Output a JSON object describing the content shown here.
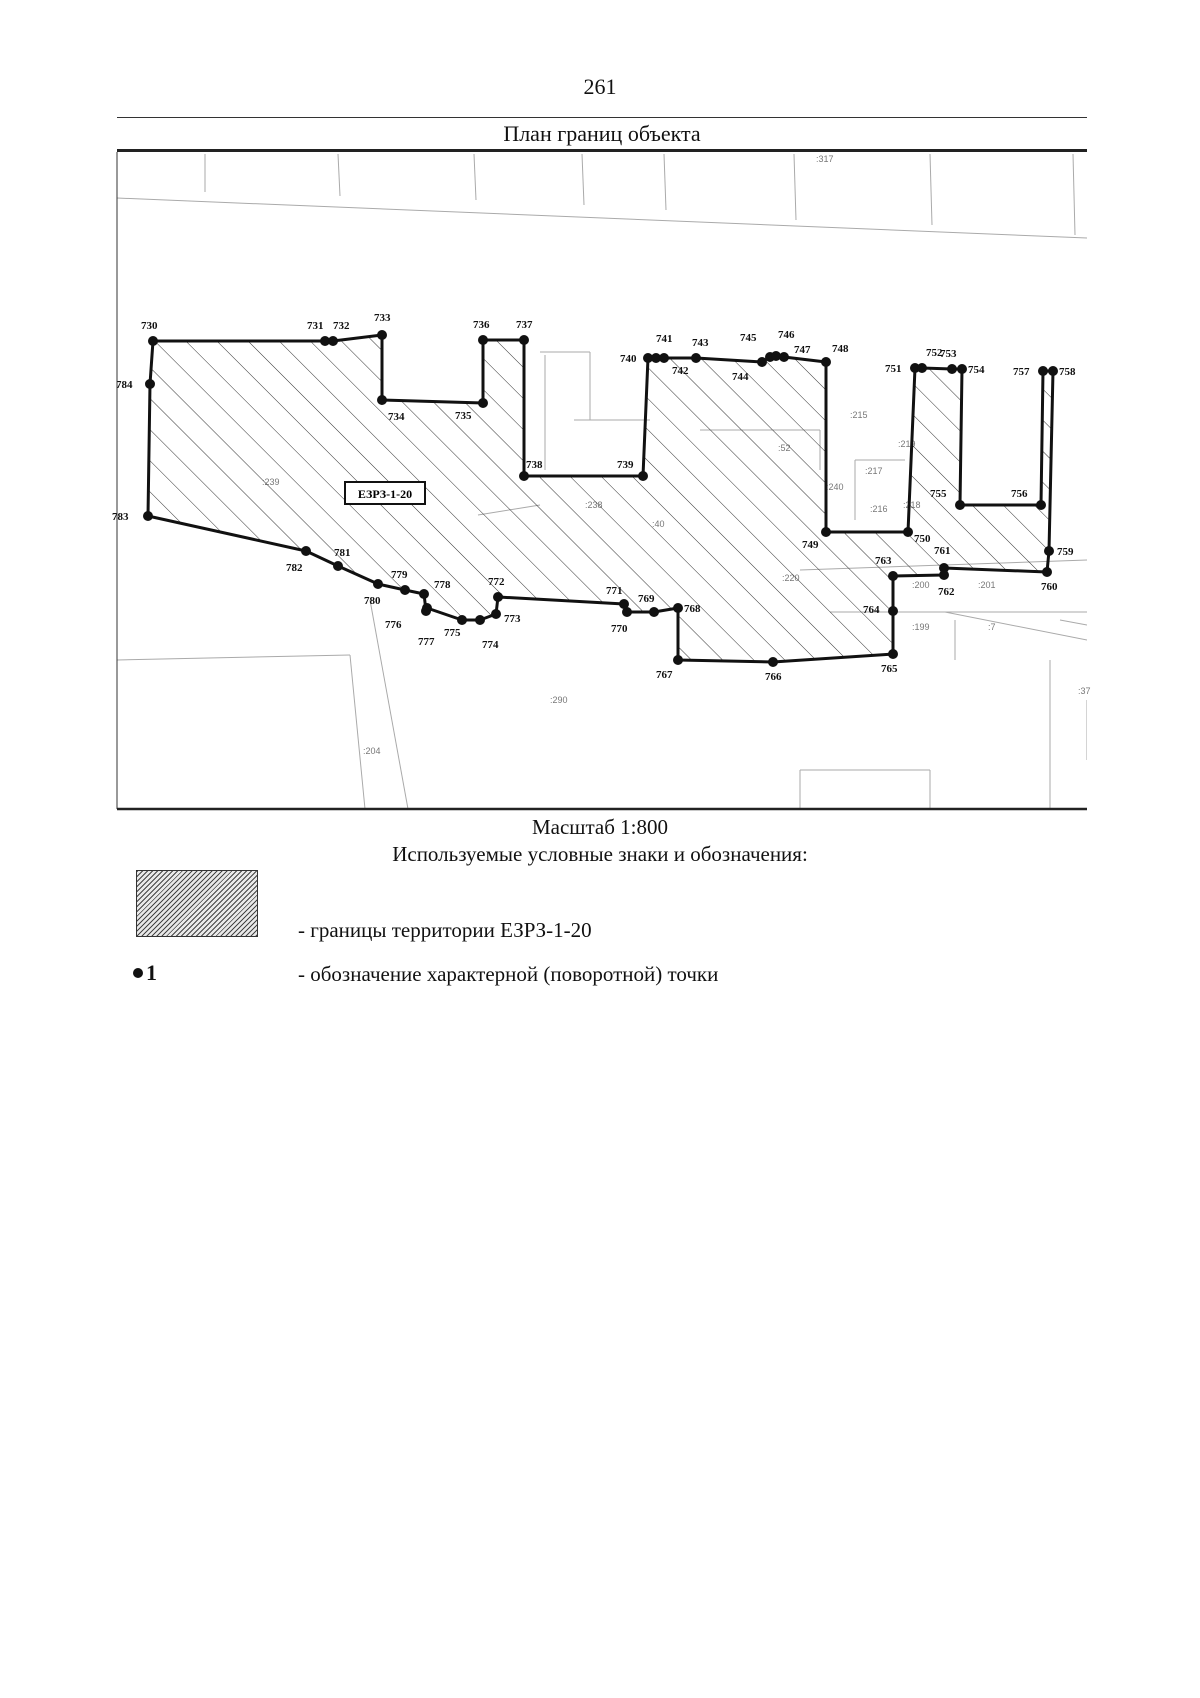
{
  "page_number": "261",
  "map_title": "План границ объекта",
  "zone_label": "ЕЗРЗ-1-20",
  "scale_text": "Масштаб 1:800",
  "legend": {
    "heading": "Используемые условные знаки и обозначения:",
    "hatch_text": "- границы территории ЕЗРЗ-1-20",
    "point_symbol": "1",
    "point_text": "- обозначение характерной (поворотной) точки"
  },
  "parcel_labels": [
    ":317",
    ":239",
    ":238",
    ":40",
    ":52",
    ":215",
    ":219",
    ":217",
    ":240",
    ":216",
    ":218",
    ":220",
    ":200",
    ":201",
    ":199",
    ":7",
    ":37",
    ":290",
    ":204"
  ],
  "boundary_points": [
    "730",
    "731",
    "732",
    "733",
    "734",
    "735",
    "736",
    "737",
    "738",
    "739",
    "740",
    "741",
    "742",
    "743",
    "744",
    "745",
    "746",
    "747",
    "748",
    "749",
    "750",
    "751",
    "752",
    "753",
    "754",
    "755",
    "756",
    "757",
    "758",
    "759",
    "760",
    "761",
    "762",
    "763",
    "764",
    "765",
    "766",
    "767",
    "768",
    "769",
    "770",
    "771",
    "772",
    "773",
    "774",
    "775",
    "776",
    "777",
    "778",
    "779",
    "780",
    "781",
    "782",
    "783",
    "784"
  ],
  "style": {
    "boundary_color": "#111111",
    "hatch_color": "#333333",
    "parcel_line_color": "#aaaaaa"
  }
}
